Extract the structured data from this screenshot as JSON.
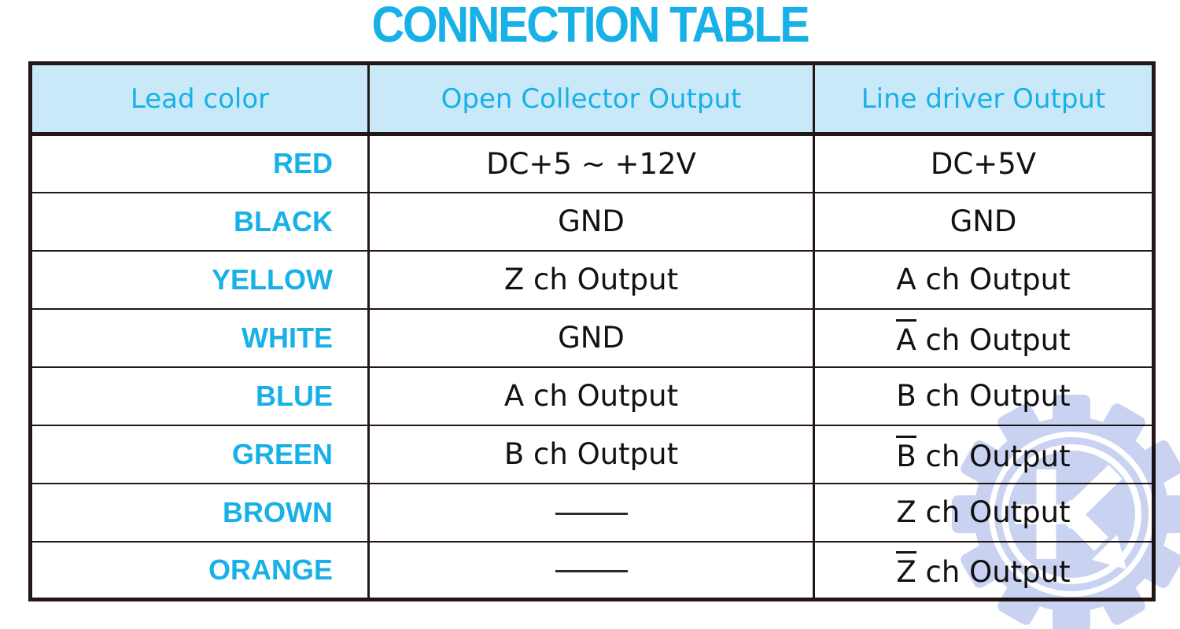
{
  "title": "CONNECTION TABLE",
  "colors": {
    "accent": "#17b1e8",
    "header_bg": "#c9e9f9",
    "border": "#221714",
    "watermark": "#c2cdf0"
  },
  "table": {
    "headers": [
      "Lead color",
      "Open Collector Output",
      "Line driver Output"
    ],
    "rows": [
      {
        "lead": "RED",
        "open_collector": "DC+5 ∼ +12V",
        "line_driver": "DC+5V"
      },
      {
        "lead": "BLACK",
        "open_collector": "GND",
        "line_driver": "GND"
      },
      {
        "lead": "YELLOW",
        "open_collector": "Z ch Output",
        "line_driver": "A ch Output"
      },
      {
        "lead": "WHITE",
        "open_collector": "GND",
        "line_driver": "{ov:A} ch Output"
      },
      {
        "lead": "BLUE",
        "open_collector": "A ch Output",
        "line_driver": "B ch Output"
      },
      {
        "lead": "GREEN",
        "open_collector": "B ch Output",
        "line_driver": "{ov:B} ch Output"
      },
      {
        "lead": "BROWN",
        "open_collector": "{line}",
        "line_driver": "Z ch Output"
      },
      {
        "lead": "ORANGE",
        "open_collector": "{line}",
        "line_driver": "{ov:Z} ch Output"
      }
    ]
  },
  "watermark": {
    "icon": "gear-with-k-arrow"
  }
}
